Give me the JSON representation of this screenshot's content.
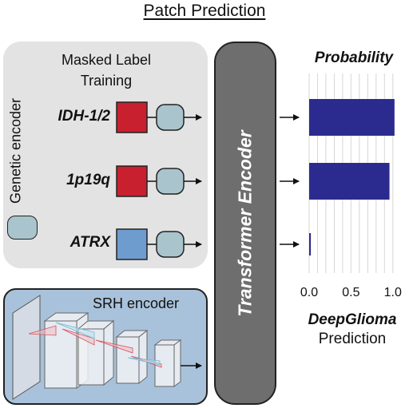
{
  "title": "Patch Prediction",
  "genetic_panel": {
    "title": "Masked Label Training",
    "side_label": "Genetic encoder",
    "genes": [
      {
        "name": "IDH-1/2",
        "color": "#c8202f"
      },
      {
        "name": "1p19q",
        "color": "#c8202f"
      },
      {
        "name": "ATRX",
        "color": "#6f9ccf"
      }
    ],
    "token_color": "#a9c4cc"
  },
  "srh_panel": {
    "title": "SRH encoder",
    "color": "#a9c2db"
  },
  "transformer": {
    "label": "Transformer Encoder",
    "color": "#6e6e6e"
  },
  "output": {
    "bold_label": "DeepGlioma",
    "label": "Prediction"
  },
  "chart_data": {
    "type": "bar",
    "orientation": "horizontal",
    "title": "Probability",
    "categories": [
      "IDH-1/2",
      "1p19q",
      "ATRX"
    ],
    "values": [
      1.02,
      0.96,
      0.02
    ],
    "xlim": [
      0,
      1.05
    ],
    "xticks": [
      "0.0",
      "0.5",
      "1.0"
    ],
    "grid": true,
    "bar_color": "#2b2b8f"
  }
}
